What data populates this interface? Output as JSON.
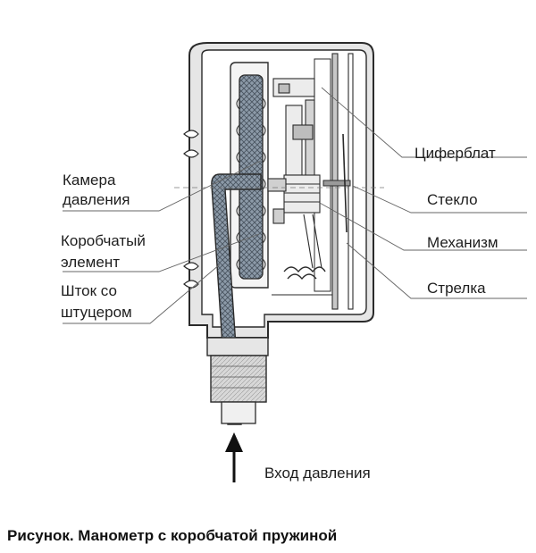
{
  "labels": {
    "pressure_chamber": [
      "Камера",
      "давления"
    ],
    "box_element": [
      "Коробчатый",
      "элемент"
    ],
    "stem_fitting": [
      "Шток со",
      "штуцером"
    ],
    "dial": "Циферблат",
    "glass": "Стекло",
    "mechanism": "Механизм",
    "pointer": "Стрелка",
    "pressure_inlet": "Вход давления"
  },
  "caption": "Рисунок. Манометр с коробчатой пружиной",
  "colors": {
    "outline": "#2a2a2a",
    "housing_fill": "#e4e4e4",
    "element_fill": "#8c9aa8",
    "element_hatch": "#4a5560",
    "leader": "#666666"
  }
}
